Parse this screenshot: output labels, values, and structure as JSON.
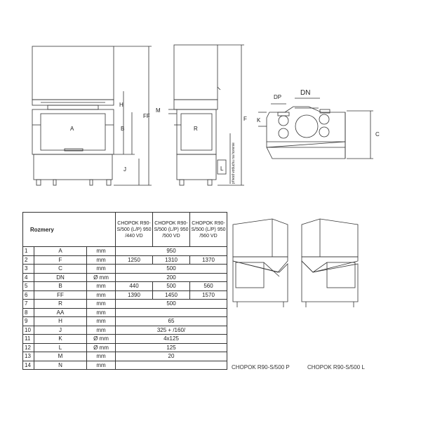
{
  "drawing_labels": {
    "front": {
      "A": "A",
      "H": "H",
      "B": "B",
      "FF": "FF",
      "J": "J"
    },
    "side": {
      "M": "M",
      "R": "R",
      "F": "F",
      "L": "L",
      "side_note": "přívod vzduchu na horenie"
    },
    "top": {
      "DP": "DP",
      "DN": "DN",
      "K": "K",
      "C": "C"
    }
  },
  "table": {
    "title": "Rozmery",
    "columns": [
      "CHOPOK R90-S/500 (L/P) 950 /440 VD",
      "CHOPOK R90-S/500 (L/P) 950 /500 VD",
      "CHOPOK R90-S/500 (L/P) 950 /560 VD"
    ],
    "rows": [
      {
        "n": "1",
        "name": "A",
        "unit": "mm",
        "span": "950"
      },
      {
        "n": "2",
        "name": "F",
        "unit": "mm",
        "vals": [
          "1250",
          "1310",
          "1370"
        ]
      },
      {
        "n": "3",
        "name": "C",
        "unit": "mm",
        "span": "500"
      },
      {
        "n": "4",
        "name": "DN",
        "unit": "Ø mm",
        "span": "200"
      },
      {
        "n": "5",
        "name": "B",
        "unit": "mm",
        "vals": [
          "440",
          "500",
          "560"
        ]
      },
      {
        "n": "6",
        "name": "FF",
        "unit": "mm",
        "vals": [
          "1390",
          "1450",
          "1570"
        ]
      },
      {
        "n": "7",
        "name": "R",
        "unit": "mm",
        "span": "500"
      },
      {
        "n": "8",
        "name": "AA",
        "unit": "mm",
        "span": ""
      },
      {
        "n": "9",
        "name": "H",
        "unit": "mm",
        "span": "65"
      },
      {
        "n": "10",
        "name": "J",
        "unit": "mm",
        "span": "325 + /160/"
      },
      {
        "n": "11",
        "name": "K",
        "unit": "Ø mm",
        "span": "4x125"
      },
      {
        "n": "12",
        "name": "L",
        "unit": "Ø mm",
        "span": "125"
      },
      {
        "n": "13",
        "name": "M",
        "unit": "mm",
        "span": "20"
      },
      {
        "n": "14",
        "name": "N",
        "unit": "mm",
        "span": ""
      }
    ]
  },
  "captions": {
    "right_model": "CHOPOK R90-S/500 P",
    "left_model": "CHOPOK R90-S/500 L"
  }
}
